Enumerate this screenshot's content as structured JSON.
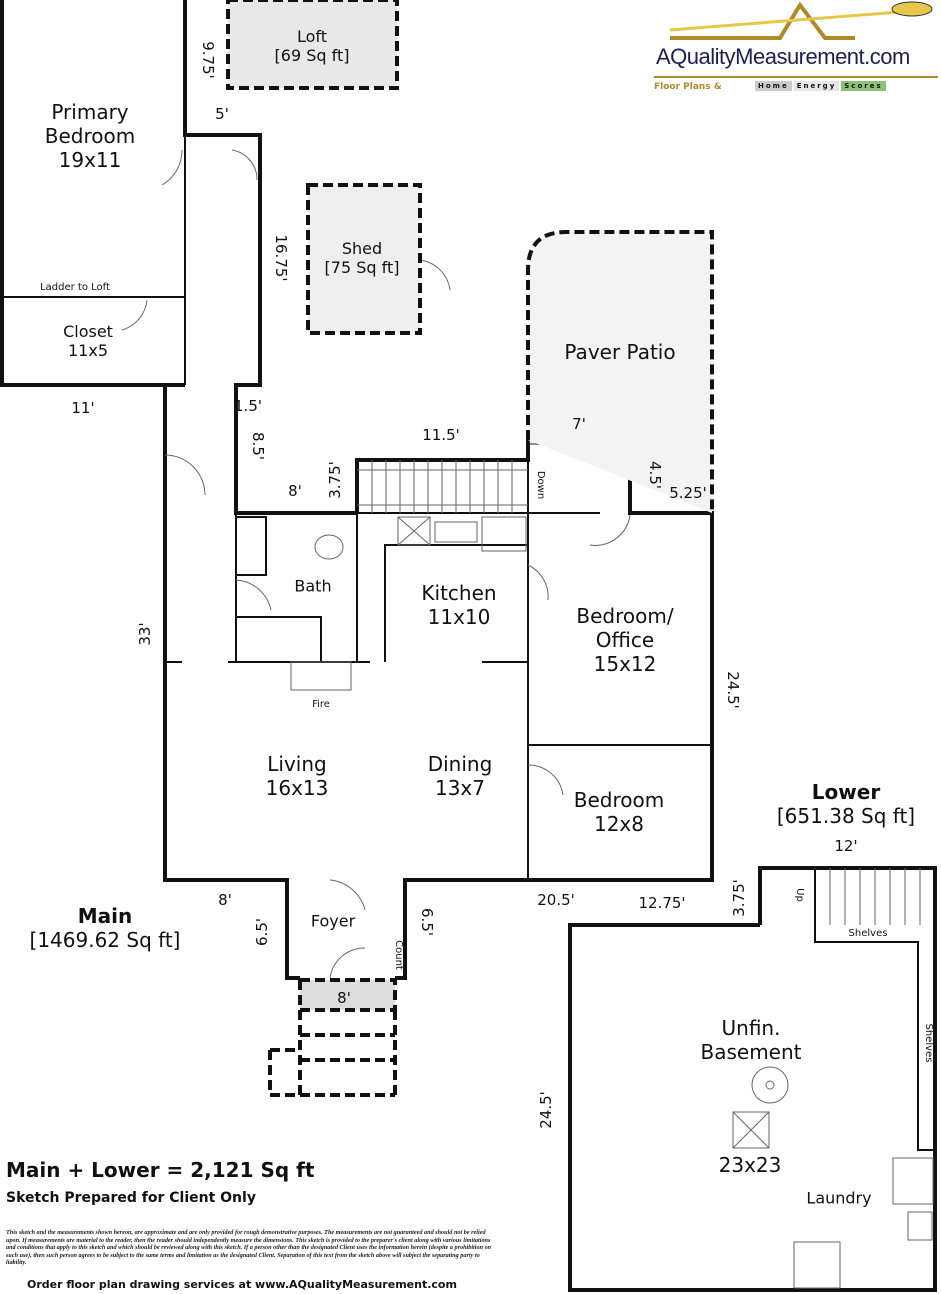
{
  "logo": {
    "name": "AQualityMeasurement.com",
    "tagline": "Floor Plans &",
    "hes": [
      "Home",
      "Energy",
      "Scores"
    ]
  },
  "rooms": {
    "loft": {
      "name": "Loft",
      "area": "[69 Sq ft]"
    },
    "primary": {
      "name": "Primary",
      "name2": "Bedroom",
      "size": "19x11"
    },
    "ladder": "Ladder to Loft",
    "closet": {
      "name": "Closet",
      "size": "11x5"
    },
    "shed": {
      "name": "Shed",
      "area": "[75 Sq ft]"
    },
    "patio": "Paver Patio",
    "bath": "Bath",
    "kitchen": {
      "name": "Kitchen",
      "size": "11x10"
    },
    "office": {
      "name": "Bedroom/",
      "name2": "Office",
      "size": "15x12"
    },
    "fire": "Fire",
    "living": {
      "name": "Living",
      "size": "16x13"
    },
    "dining": {
      "name": "Dining",
      "size": "13x7"
    },
    "bedroom": {
      "name": "Bedroom",
      "size": "12x8"
    },
    "foyer": "Foyer",
    "count": "Count",
    "down": "Down",
    "up": "Up",
    "shelves": "Shelves",
    "basement": {
      "name": "Unfin.",
      "name2": "Basement",
      "size": "23x23"
    },
    "laundry": "Laundry"
  },
  "dims": {
    "d975": "9.75'",
    "d5": "5'",
    "d1675": "16.75'",
    "d11": "11'",
    "d15": "1.5'",
    "d85": "8.5'",
    "d115": "11.5'",
    "d7": "7'",
    "d375": "3.75'",
    "d8a": "8'",
    "d45": "4.5'",
    "d525": "5.25'",
    "d33": "33'",
    "d245": "24.5'",
    "d8b": "8'",
    "d65a": "6.5'",
    "d65b": "6.5'",
    "d8c": "8'",
    "d205": "20.5'",
    "d1275": "12.75'",
    "d12": "12'",
    "d375b": "3.75'",
    "d245b": "24.5'"
  },
  "levels": {
    "main": {
      "name": "Main",
      "area": "[1469.62 Sq ft]"
    },
    "lower": {
      "name": "Lower",
      "area": "[651.38 Sq ft]"
    }
  },
  "summary": {
    "total": "Main + Lower = 2,121 Sq ft",
    "prepared": "Sketch Prepared for Client Only"
  },
  "disclaimer": "This sketch and the measurements shown hereon, are approximate and are only provided for rough demonstrative purposes. The measurements are not guaranteed and should not be relied upon. If measurements are material to the reader, then the reader should independently measure the dimensions. This sketch is provided to the preparer's client along with various limitations and conditions that apply to this sketch and which should be reviewed along with this sketch. If a person other than the designated Client uses the information herein (despite a prohibition on such use), then such person agrees to be subject to the same terms and limitation as the designated Client. Separation of this text from the sketch above will subject the separating party to liability.",
  "order": "Order floor plan drawing services at www.AQualityMeasurement.com"
}
